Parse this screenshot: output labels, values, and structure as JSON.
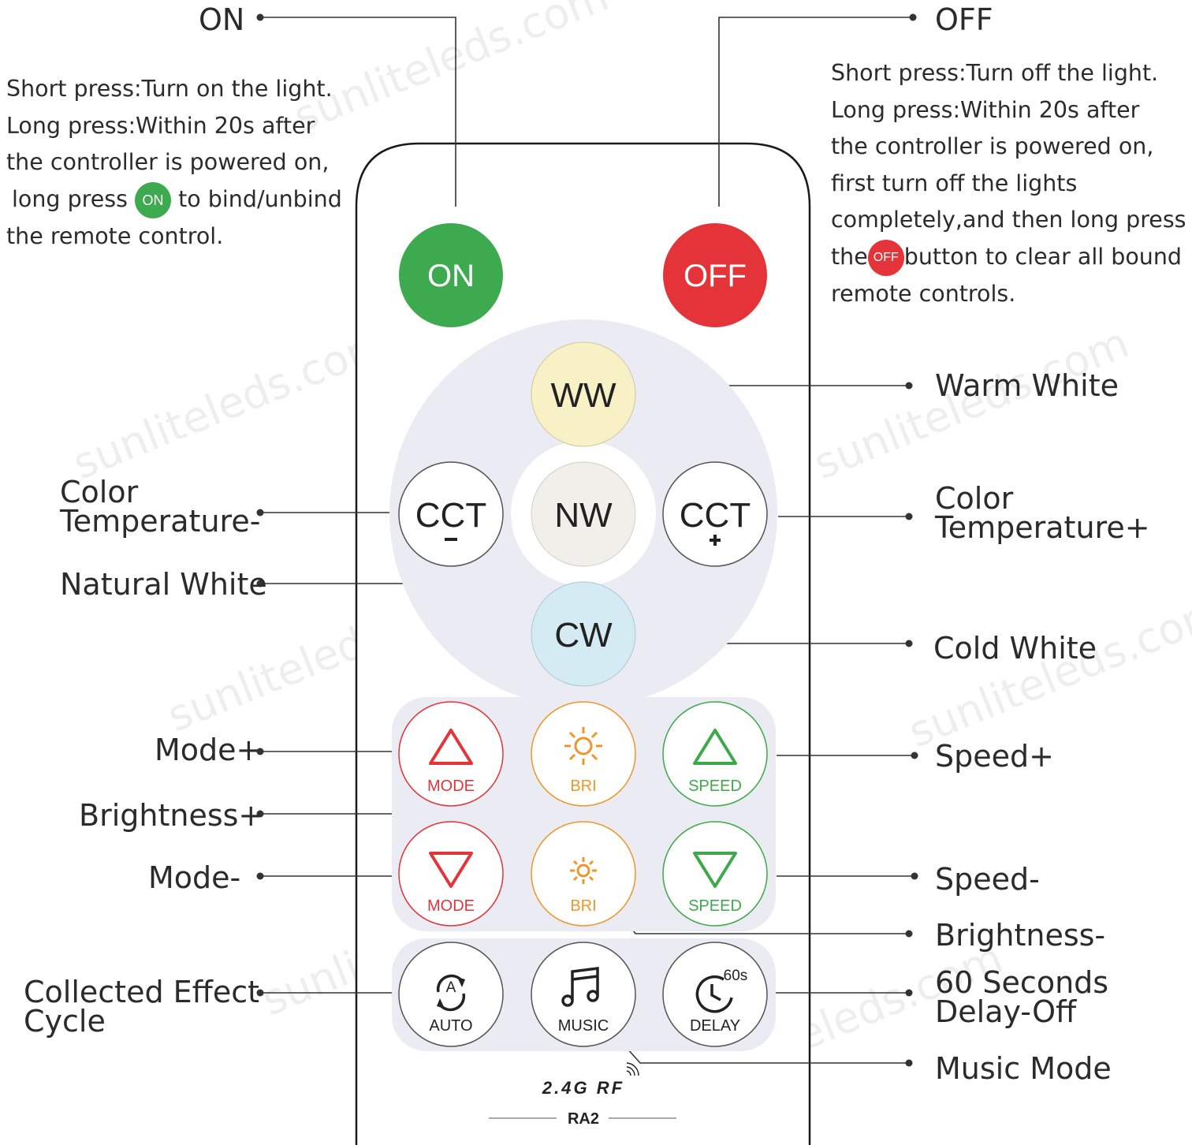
{
  "labels": {
    "on": "ON",
    "off": "OFF",
    "warm_white": "Warm White",
    "color_temp_minus": [
      "Color",
      "Temperature-"
    ],
    "color_temp_plus": [
      "Color",
      "Temperature+"
    ],
    "natural_white": "Natural White",
    "cold_white": "Cold White",
    "mode_plus": "Mode+",
    "brightness_plus": "Brightness+",
    "mode_minus": "Mode-",
    "speed_plus": "Speed+",
    "speed_minus": "Speed-",
    "brightness_minus": "Brightness-",
    "delay_off": [
      "60 Seconds",
      "Delay-Off"
    ],
    "music_mode": "Music Mode",
    "collected_effect": [
      "Collected Effect",
      "Cycle"
    ]
  },
  "on_desc": {
    "line1": "Short press:Turn on the light.",
    "line2": "Long press:Within 20s after",
    "line3": "the controller is powered on,",
    "line4_pre": "long press",
    "line4_chip": "ON",
    "line4_post": "to bind/unbind",
    "line5": "the remote control."
  },
  "off_desc": {
    "line1": "Short press:Turn off the light.",
    "line2": "Long press:Within 20s after",
    "line3": "the controller is powered on,",
    "line4": "first turn off the lights",
    "line5": "completely,and then long press",
    "line6_pre": "the",
    "line6_chip": "OFF",
    "line6_post": "button to clear all bound",
    "line7": "remote controls."
  },
  "remote": {
    "on": "ON",
    "off": "OFF",
    "ww": "WW",
    "nw": "NW",
    "cct": "CCT",
    "cw": "CW",
    "mode": "MODE",
    "bri": "BRI",
    "speed": "SPEED",
    "auto": "AUTO",
    "auto_letter": "A",
    "music": "MUSIC",
    "delay": "DELAY",
    "delay_time": "60s",
    "rf": "2.4G RF",
    "model": "RA2"
  },
  "watermark": "sunliteleds.com",
  "colors": {
    "on_green": "#3eaa4f",
    "off_red": "#e5333a",
    "ww_fill": "#f8f1c6",
    "nw_fill": "#f0efea",
    "cw_fill": "#d5ebf3",
    "mode_red": "#e5333a",
    "bri_orange": "#f0952a",
    "speed_green": "#3ea94a",
    "panel_gray": "#ebecf3"
  }
}
